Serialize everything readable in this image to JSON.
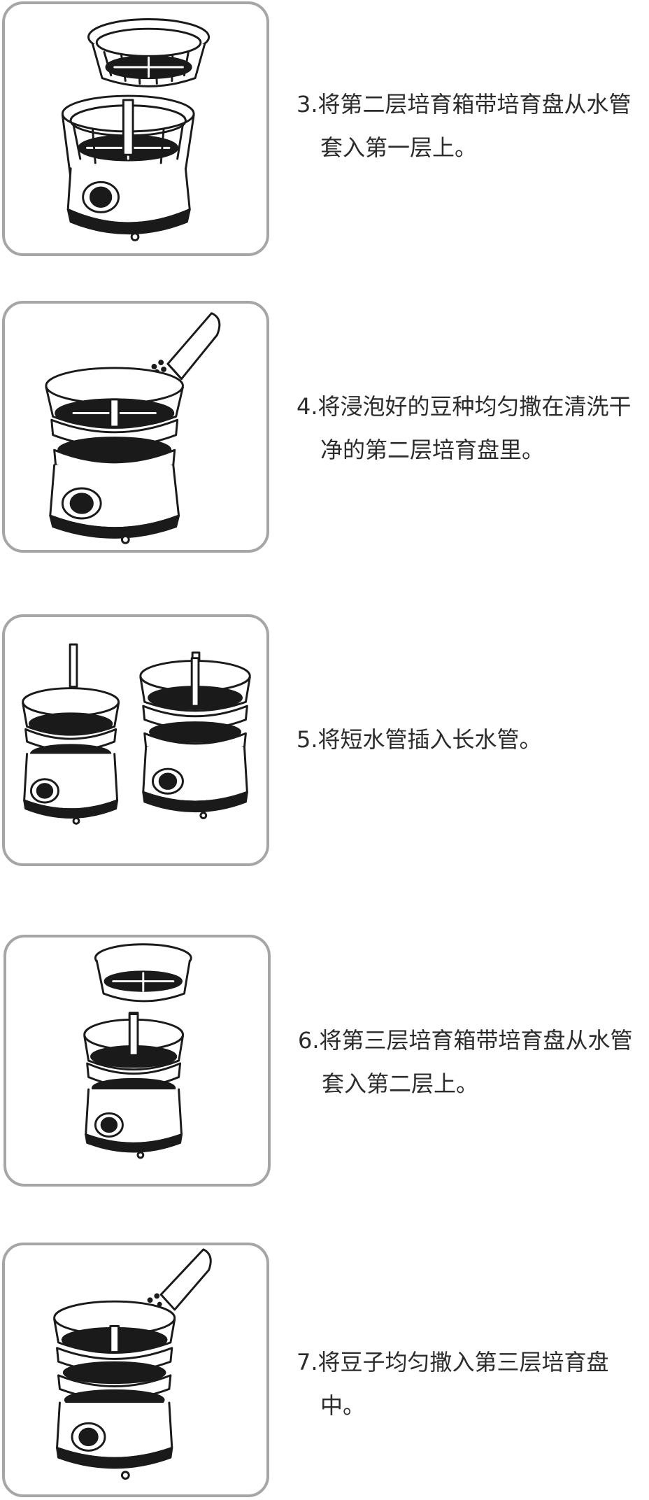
{
  "steps": [
    {
      "line1": "3.将第二层培育箱带培育盘从水管",
      "line2": "套入第一层上。",
      "illustration": "lift-tier-two"
    },
    {
      "line1": "4.将浸泡好的豆种均匀撒在清洗干",
      "line2": "净的第二层培育盘里。",
      "illustration": "pour-beans-tier-two"
    },
    {
      "line1": "5.将短水管插入长水管。",
      "line2": "",
      "illustration": "insert-short-pipe"
    },
    {
      "line1": "6.将第三层培育箱带培育盘从水管",
      "line2": "套入第二层上。",
      "illustration": "lift-tier-three"
    },
    {
      "line1": "7.将豆子均匀撒入第三层培育盘",
      "line2": "中。",
      "illustration": "pour-beans-tier-three"
    }
  ],
  "colors": {
    "frame_border": "#a6a6a6",
    "line_art": "#1a1a1a"
  }
}
